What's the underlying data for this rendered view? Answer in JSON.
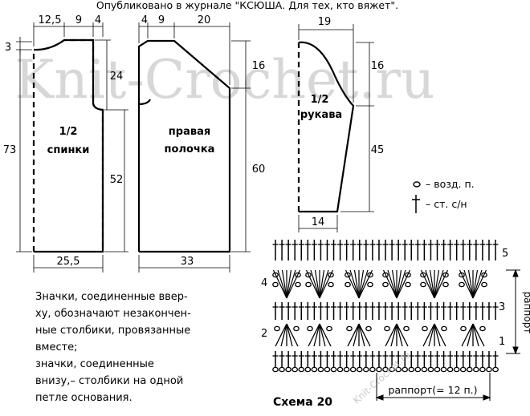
{
  "header": {
    "source_note": "Опубликовано в журнале \"КСЮША. Для тех, кто вяжет\"."
  },
  "watermark": {
    "site": "Knit-Crochet.ru",
    "diagonal": "Knit-Crochet.ru"
  },
  "back": {
    "label_line1": "1/2",
    "label_line2": "спинки",
    "dims": {
      "top_left": "12,5",
      "top_mid": "9",
      "top_right": "4",
      "shoulder_drop": "3",
      "total_height": "73",
      "armhole": "24",
      "side": "52",
      "bottom": "25,5"
    }
  },
  "front": {
    "label_line1": "правая",
    "label_line2": "полочка",
    "dims": {
      "top_a": "4",
      "top_b": "9",
      "top_c": "20",
      "armhole": "16",
      "side": "60",
      "bottom": "33"
    }
  },
  "sleeve": {
    "label_line1": "1/2",
    "label_line2": "рукава",
    "dims": {
      "top": "19",
      "cap": "16",
      "length": "45",
      "bottom": "14"
    }
  },
  "legend": {
    "chain": "– возд. п.",
    "dc": "– ст. с/н"
  },
  "notes": {
    "lines": [
      "Значки, соединенные ввер-",
      "ху, обозначают незакончен-",
      "ные столбики, провязанные",
      "вместе;",
      "значки, соединенные",
      "внизу,– столбики на одной",
      "петле основания."
    ]
  },
  "chart": {
    "caption": "Схема 20",
    "repeat_h": "раппорт(= 12 п.)",
    "repeat_v": "раппорт",
    "row_numbers": [
      "1",
      "2",
      "3",
      "4",
      "5"
    ]
  }
}
